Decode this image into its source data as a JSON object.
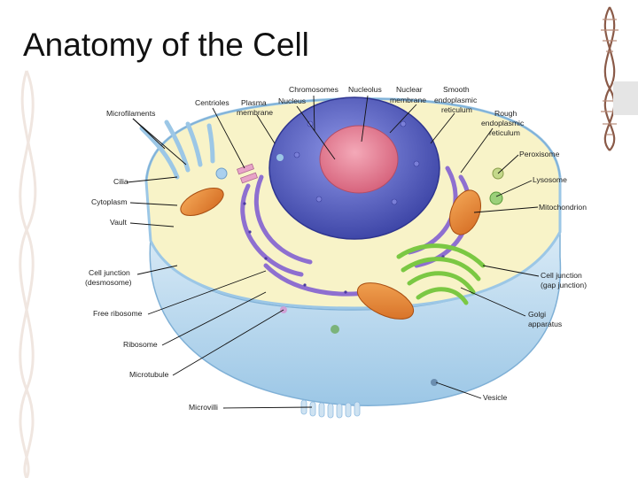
{
  "slide": {
    "title": "Anatomy of the Cell"
  },
  "colors": {
    "background": "#ffffff",
    "cytoplasm": "#f8f3c8",
    "membrane": "#cfe6f5",
    "nucleus": "#5a63c9",
    "nucleolus": "#e8829b",
    "mitochondrion": "#e98a3a",
    "golgi": "#7bc843",
    "er": "#8e6fd0"
  },
  "labels": {
    "chromosomes": "Chromosomes",
    "nucleolus": "Nucleolus",
    "nuclear_membrane_1": "Nuclear",
    "nuclear_membrane_2": "membrane",
    "smooth_er_1": "Smooth",
    "smooth_er_2": "endoplasmic",
    "smooth_er_3": "reticulum",
    "nucleus": "Nucleus",
    "centrioles": "Centrioles",
    "plasma_membrane_1": "Plasma",
    "plasma_membrane_2": "membrane",
    "microfilaments": "Microfilaments",
    "rough_er_1": "Rough",
    "rough_er_2": "endoplasmic",
    "rough_er_3": "reticulum",
    "peroxisome": "Peroxisome",
    "cilia": "Cilia",
    "lysosome": "Lysosome",
    "cytoplasm": "Cytoplasm",
    "mitochondrion": "Mitochondrion",
    "vault": "Vault",
    "cell_junction_desmosome_1": "Cell junction",
    "cell_junction_desmosome_2": "(desmosome)",
    "cell_junction_gap_1": "Cell junction",
    "cell_junction_gap_2": "(gap junction)",
    "free_ribosome": "Free ribosome",
    "golgi_1": "Golgi",
    "golgi_2": "apparatus",
    "ribosome": "Ribosome",
    "microtubule": "Microtubule",
    "vesicle": "Vesicle",
    "microvilli": "Microvilli"
  }
}
